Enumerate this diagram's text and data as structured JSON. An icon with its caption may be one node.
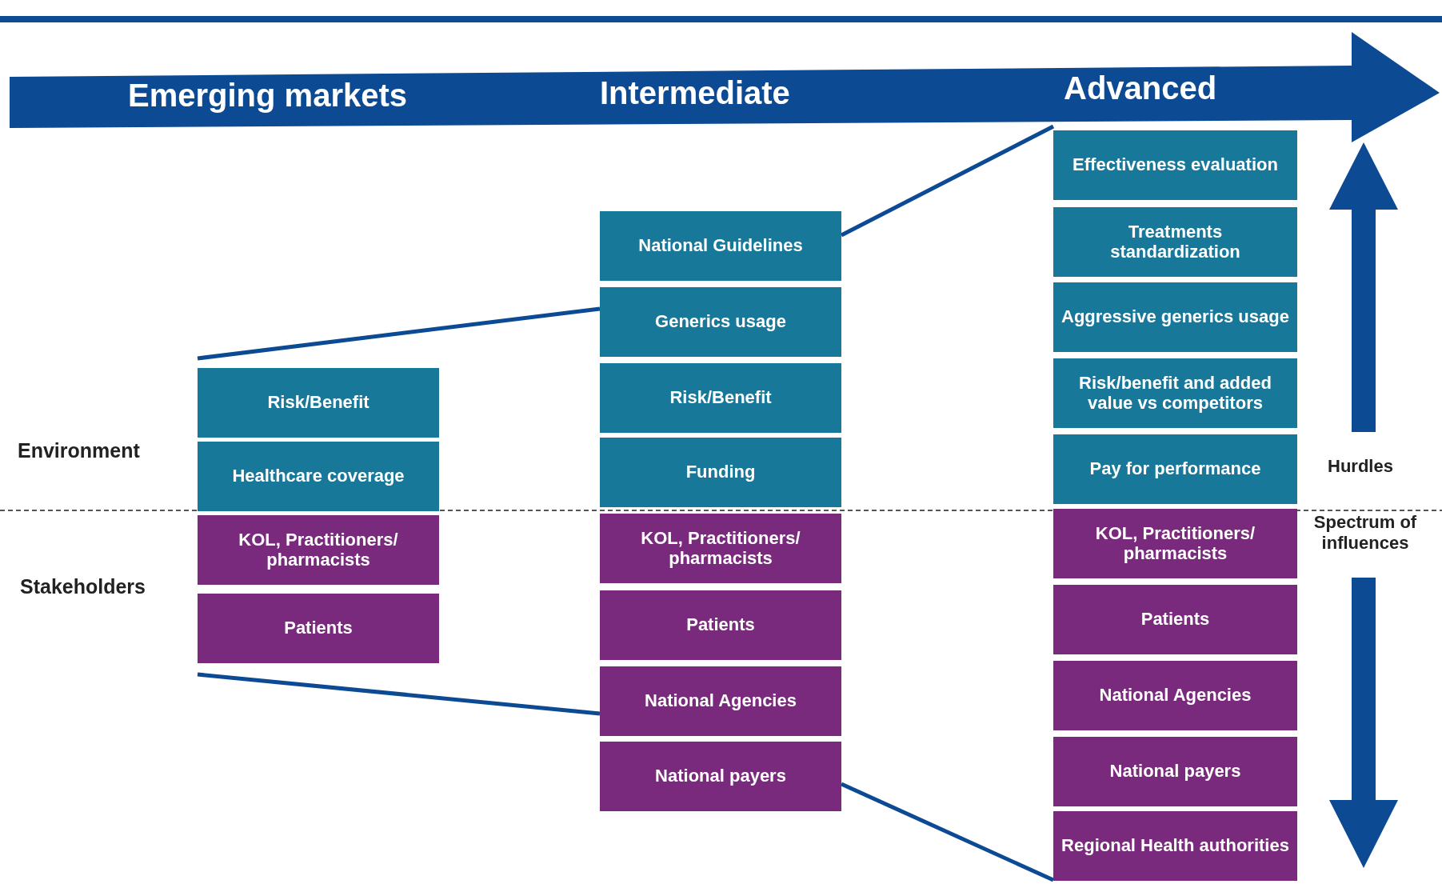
{
  "diagram": {
    "nodes": [
      {
        "text": [
          "Risk/Benefit"
        ]
      },
      {
        "text": [
          "Healthcare coverage"
        ]
      },
      {
        "text": [
          "KOL, Practitioners/ pharmacists"
        ]
      },
      {
        "text": [
          "Patients"
        ]
      },
      {
        "text": [
          "National Guidelines"
        ]
      },
      {
        "text": [
          "Generics usage"
        ]
      },
      {
        "text": [
          "Risk/Benefit"
        ]
      },
      {
        "text": [
          "Funding"
        ]
      },
      {
        "text": [
          "KOL, Practitioners/ pharmacists"
        ]
      },
      {
        "text": [
          "Patients"
        ]
      },
      {
        "text": [
          "National Agencies"
        ]
      },
      {
        "text": [
          "National payers"
        ]
      },
      {
        "text": [
          "Effectiveness evaluation"
        ]
      },
      {
        "text": [
          "Treatments standardization"
        ]
      },
      {
        "text": [
          "Aggressive generics usage"
        ]
      },
      {
        "text": [
          "Risk/benefit and added value vs competitors"
        ]
      },
      {
        "text": [
          "Pay for performance"
        ]
      },
      {
        "text": [
          "KOL, Practitioners/ pharmacists"
        ]
      },
      {
        "text": [
          "Patients"
        ]
      },
      {
        "text": [
          "National Agencies"
        ]
      },
      {
        "text": [
          "National payers"
        ]
      },
      {
        "text": [
          "Regional Health authorities"
        ]
      }
    ],
    "edges": [
      {
        "from": 0,
        "to": 5,
        "arrow": "none"
      },
      {
        "from": 4,
        "to": 12,
        "arrow": "none"
      },
      {
        "from": 3,
        "to": 10,
        "arrow": "none"
      },
      {
        "from": 11,
        "to": 21,
        "arrow": "none"
      }
    ],
    "labels": [
      "Emerging markets",
      "Intermediate",
      "Advanced",
      "Environment",
      "Stakeholders",
      "Hurdles",
      "Spectrum of influences"
    ]
  }
}
